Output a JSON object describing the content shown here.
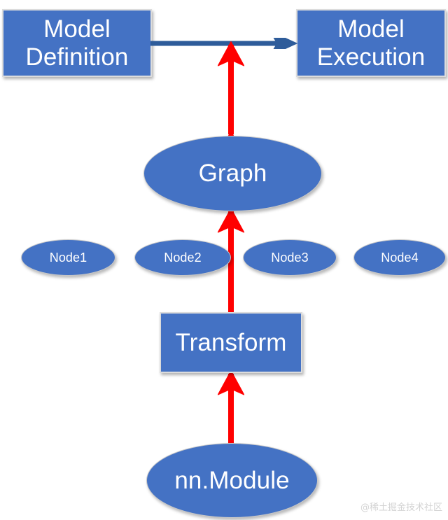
{
  "diagram": {
    "title": "Model Definition to nn.Module transformation flow",
    "background_color": "#ffffff",
    "shape_fill_color": "#4472C4",
    "shape_text_color": "#ffffff",
    "shape_border_color": "#dcdcdc",
    "flow_arrow_color": "#ff0000",
    "link_arrow_color": "#2E5C9A"
  },
  "nodes": {
    "model_definition": {
      "label": "Model\nDefinition",
      "line1": "Model",
      "line2": "Definition",
      "shape": "rectangle"
    },
    "model_execution": {
      "label": "Model\nExecution",
      "line1": "Model",
      "line2": "Execution",
      "shape": "rectangle"
    },
    "graph": {
      "label": "Graph",
      "shape": "ellipse"
    },
    "transform": {
      "label": "Transform",
      "shape": "rectangle"
    },
    "nn_module": {
      "label": "nn.Module",
      "shape": "ellipse"
    }
  },
  "graph_nodes": [
    {
      "label": "Node1",
      "shape": "ellipse"
    },
    {
      "label": "Node2",
      "shape": "ellipse"
    },
    {
      "label": "Node3",
      "shape": "ellipse"
    },
    {
      "label": "Node4",
      "shape": "ellipse"
    }
  ],
  "connectors": [
    {
      "id": "definition-to-execution",
      "from": "model_definition",
      "to": "model_execution",
      "color": "#2E5C9A",
      "orientation": "horizontal",
      "arrowheads": "end"
    },
    {
      "id": "execution-to-graph",
      "from": "model_definition",
      "to": "graph",
      "color": "#ff0000",
      "orientation": "vertical",
      "arrowheads": "both"
    },
    {
      "id": "graph-to-transform",
      "from": "graph",
      "to": "transform",
      "color": "#ff0000",
      "orientation": "vertical",
      "arrowheads": "both"
    },
    {
      "id": "transform-to-nnmodule",
      "from": "transform",
      "to": "nn_module",
      "color": "#ff0000",
      "orientation": "vertical",
      "arrowheads": "both"
    }
  ],
  "watermark": {
    "text": "@稀土掘金技术社区",
    "color": "#d3d3d3"
  }
}
